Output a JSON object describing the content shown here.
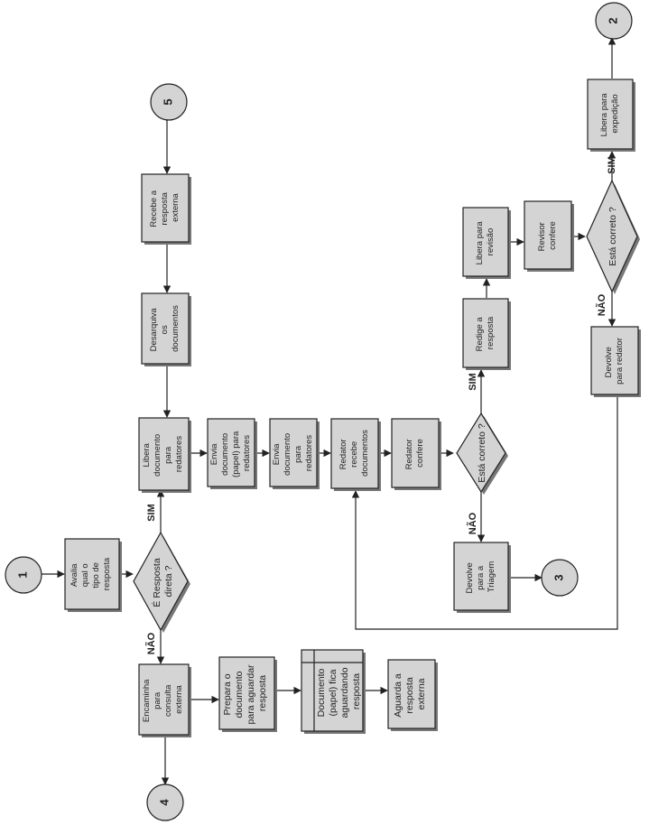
{
  "connectors": {
    "c1": "1",
    "c2": "2",
    "c3": "3",
    "c4": "4",
    "c5": "5"
  },
  "steps": {
    "avalia": [
      "Avalia",
      "qual o",
      "tipo de",
      "resposta"
    ],
    "libera_redatores": [
      "Libera",
      "documento",
      "para",
      "redatores"
    ],
    "envia_papel": [
      "Envia",
      "documento",
      "(papel) para",
      "redatores"
    ],
    "envia_doc": [
      "Envia",
      "documento",
      "para",
      "redatores"
    ],
    "redator_recebe": [
      "Redator",
      "recebe",
      "documentos"
    ],
    "redator_confere": [
      "Redator",
      "confere"
    ],
    "devolve_triagem": [
      "Devolve",
      "para a",
      "Triagem"
    ],
    "redige": [
      "Redige a",
      "resposta"
    ],
    "libera_revisao": [
      "Libera para",
      "revisão"
    ],
    "revisor_confere": [
      "Revisor",
      "confere"
    ],
    "libera_expedicao": [
      "Libera para",
      "expedição"
    ],
    "devolve_redator": [
      "Devolve",
      "para redator"
    ],
    "desarquiva": [
      "Desarquiva",
      "os",
      "documentos"
    ],
    "recebe_externa": [
      "Recebe a",
      "resposta",
      "externa"
    ],
    "encaminha": [
      "Encaminha",
      "para",
      "consulta",
      "externa"
    ],
    "prepara": [
      "Prepara o",
      "documento",
      "para aguardar",
      "resposta"
    ],
    "doc_aguardando": [
      "Documento",
      "(papel) fica",
      "aguardando",
      "resposta"
    ],
    "aguarda": [
      "Aguarda a",
      "resposta",
      "externa"
    ]
  },
  "decisions": {
    "resposta_direta": [
      "É Resposta",
      "direta ?"
    ],
    "esta_correto_1": [
      "Está correto ?"
    ],
    "esta_correto_2": [
      "Está correto ?"
    ]
  },
  "labels": {
    "sim": "SIM",
    "nao": "NÃO"
  }
}
